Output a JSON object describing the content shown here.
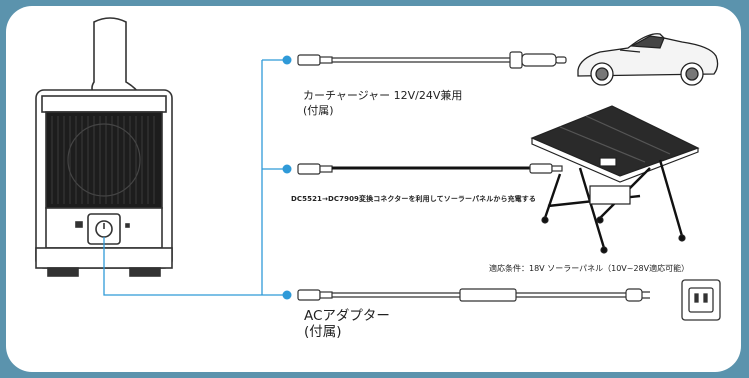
{
  "labels": {
    "car_charger_line1": "カーチャージャー 12V/24V兼用",
    "car_charger_line2": "(付属)",
    "solar_connection": "DC5521→DC7909変換コネクターを利用してソーラーパネルから充電する",
    "solar_condition": "適応条件：18V ソーラーパネル（10V~28V適応可能）",
    "ac_adapter_line1": "ACアダプター",
    "ac_adapter_line2": "(付属)"
  },
  "colors": {
    "background": "#5b93ad",
    "panel": "#ffffff",
    "connector_line": "#2f9ad8",
    "device_outline": "#333333"
  },
  "icons": [
    "power-station-icon",
    "car-icon",
    "solar-panel-table-icon",
    "wall-outlet-icon",
    "power-button-icon"
  ]
}
